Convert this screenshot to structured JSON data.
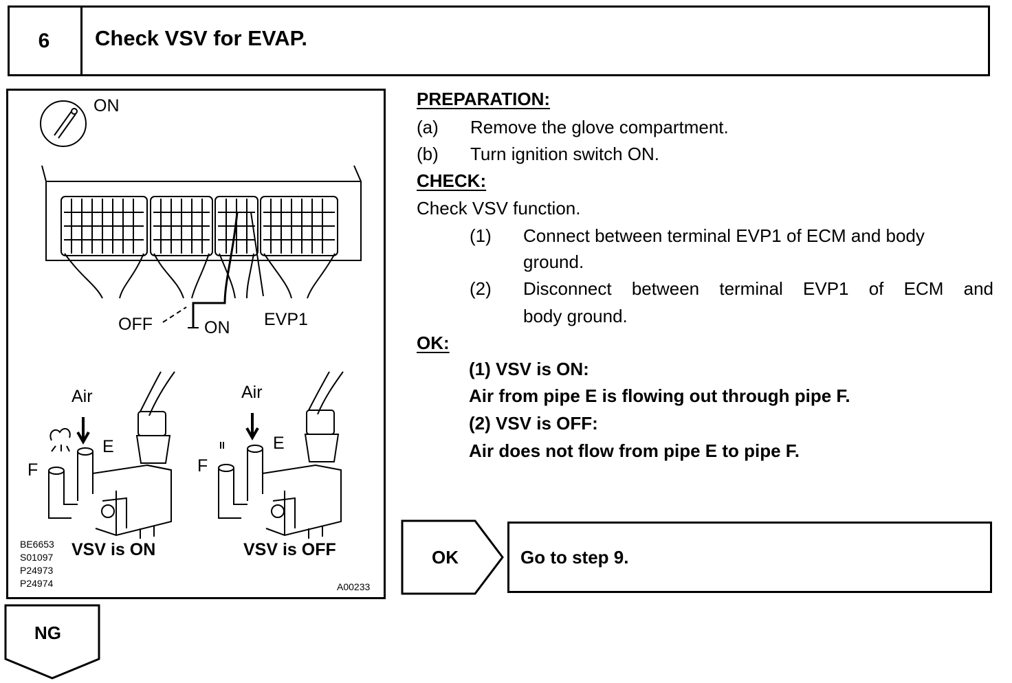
{
  "header": {
    "step_number": "6",
    "title": "Check VSV for EVAP."
  },
  "figure": {
    "ignition_label": "ON",
    "off_label": "OFF",
    "on_label": "ON",
    "terminal_label": "EVP1",
    "air_left": "Air",
    "air_right": "Air",
    "pipe_e_left": "E",
    "pipe_f_left": "F",
    "pipe_e_right": "E",
    "pipe_f_right": "F",
    "caption_on": "VSV is ON",
    "caption_off": "VSV is OFF",
    "ref_codes": [
      "BE6653",
      "S01097",
      "P24973",
      "P24974"
    ],
    "figure_code": "A00233"
  },
  "preparation": {
    "heading": "PREPARATION:",
    "steps": [
      {
        "marker": "(a)",
        "text": "Remove the glove compartment."
      },
      {
        "marker": "(b)",
        "text": "Turn ignition switch ON."
      }
    ]
  },
  "check": {
    "heading": "CHECK:",
    "intro": "Check VSV function.",
    "items": [
      {
        "marker": "(1)",
        "line1": "Connect between terminal EVP1 of ECM and body",
        "line2": "ground."
      },
      {
        "marker": "(2)",
        "line1": "Disconnect between terminal EVP1 of ECM and",
        "line2": "body ground."
      }
    ]
  },
  "ok": {
    "heading": "OK:",
    "lines": [
      "(1) VSV is ON:",
      "Air from pipe E is flowing out through pipe F.",
      "(2) VSV is OFF:",
      "Air does not flow from pipe E to pipe F."
    ]
  },
  "flow": {
    "ok_label": "OK",
    "ok_action": "Go to step 9.",
    "ng_label": "NG"
  }
}
